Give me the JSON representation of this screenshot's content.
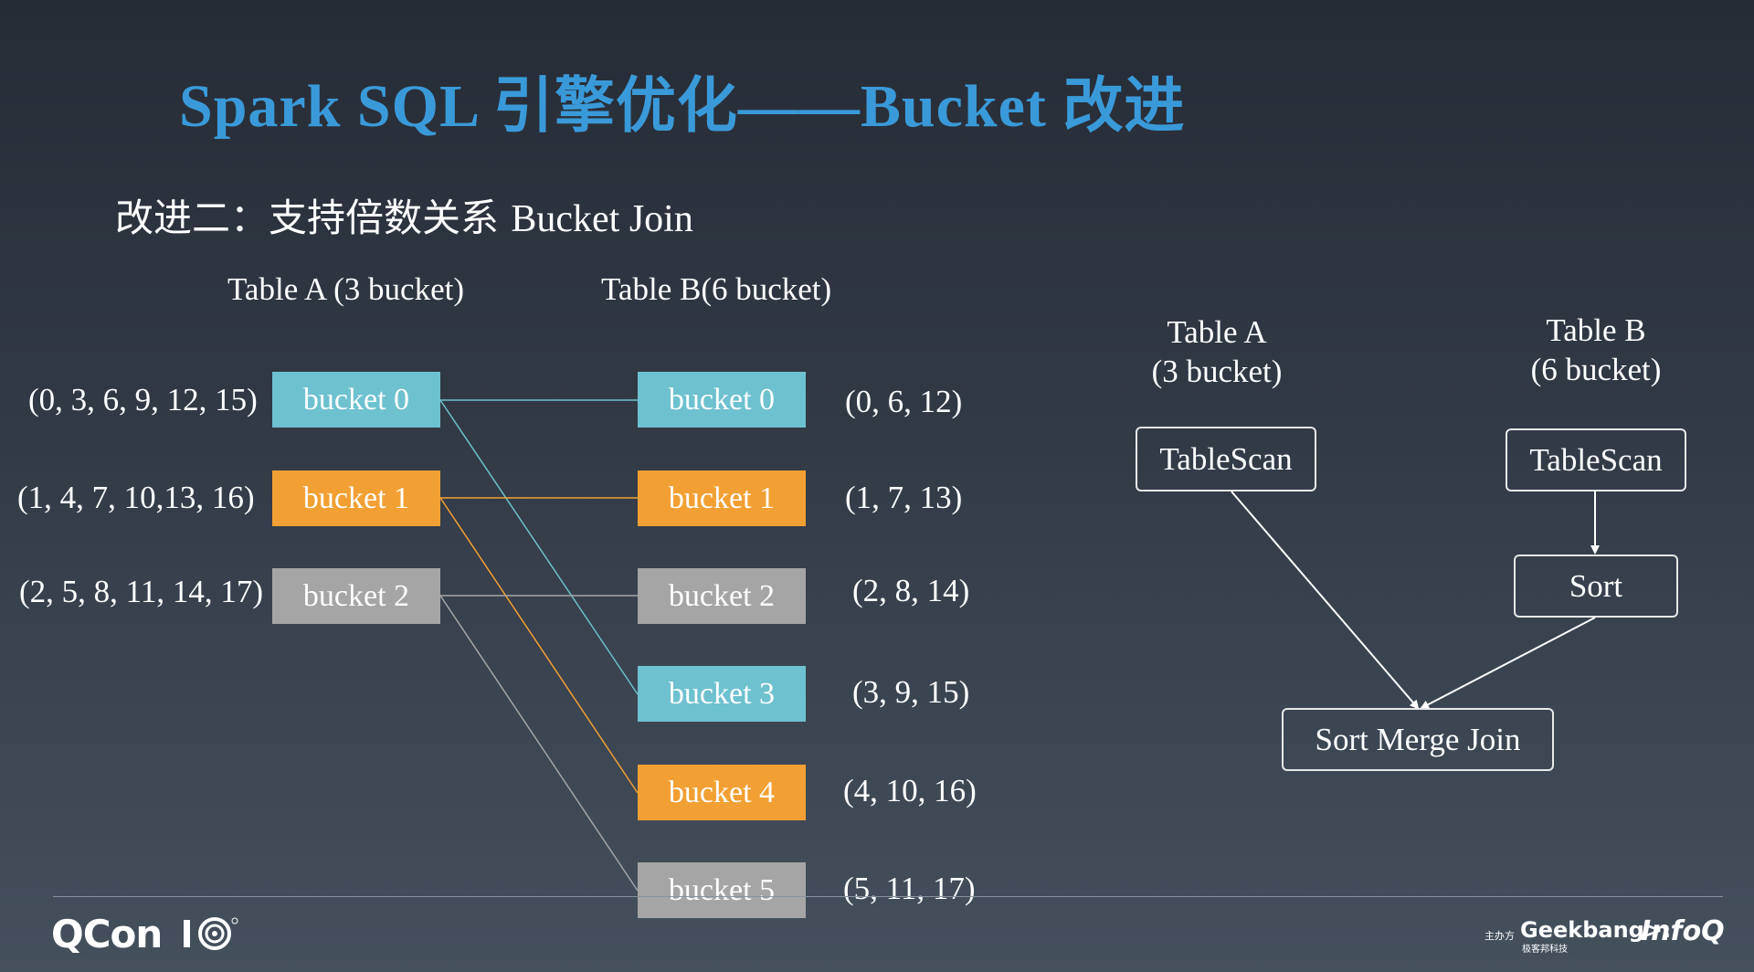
{
  "slide": {
    "title_latin": "Spark SQL ",
    "title_cjk": "引擎优化",
    "title_dash": "——",
    "title_latin2": "Bucket ",
    "title_cjk2": "改进",
    "subtitle_cjk": "改进二：支持倍数关系 ",
    "subtitle_latin": "Bucket Join"
  },
  "table_a": {
    "heading": "Table A (3 bucket)",
    "buckets": [
      {
        "label": "bucket 0",
        "values": "(0, 3, 6, 9, 12, 15)",
        "color": "#6ec1cf"
      },
      {
        "label": "bucket 1",
        "values": "(1, 4, 7, 10,13, 16)",
        "color": "#f2a033"
      },
      {
        "label": "bucket 2",
        "values": "(2, 5, 8, 11, 14, 17)",
        "color": "#a5a5a5"
      }
    ]
  },
  "table_b": {
    "heading": "Table B(6 bucket)",
    "buckets": [
      {
        "label": "bucket 0",
        "values": "(0, 6, 12)",
        "color": "#6ec1cf"
      },
      {
        "label": "bucket 1",
        "values": "(1, 7, 13)",
        "color": "#f2a033"
      },
      {
        "label": "bucket 2",
        "values": "(2, 8, 14)",
        "color": "#a5a5a5"
      },
      {
        "label": "bucket 3",
        "values": "(3, 9, 15)",
        "color": "#6ec1cf"
      },
      {
        "label": "bucket 4",
        "values": "(4, 10, 16)",
        "color": "#f2a033"
      },
      {
        "label": "bucket 5",
        "values": "(5, 11, 17)",
        "color": "#a5a5a5"
      }
    ]
  },
  "plan": {
    "table_a_line1": "Table A",
    "table_a_line2": "(3 bucket)",
    "table_b_line1": "Table B",
    "table_b_line2": "(6 bucket)",
    "scan_a": "TableScan",
    "scan_b": "TableScan",
    "sort": "Sort",
    "join": "Sort Merge Join"
  },
  "footer": {
    "logo": "QCon",
    "organizer": "主办方",
    "geekbang": "Geekbang>.",
    "geekbang_sub": "极客邦科技",
    "infoq": "InfoQ"
  }
}
